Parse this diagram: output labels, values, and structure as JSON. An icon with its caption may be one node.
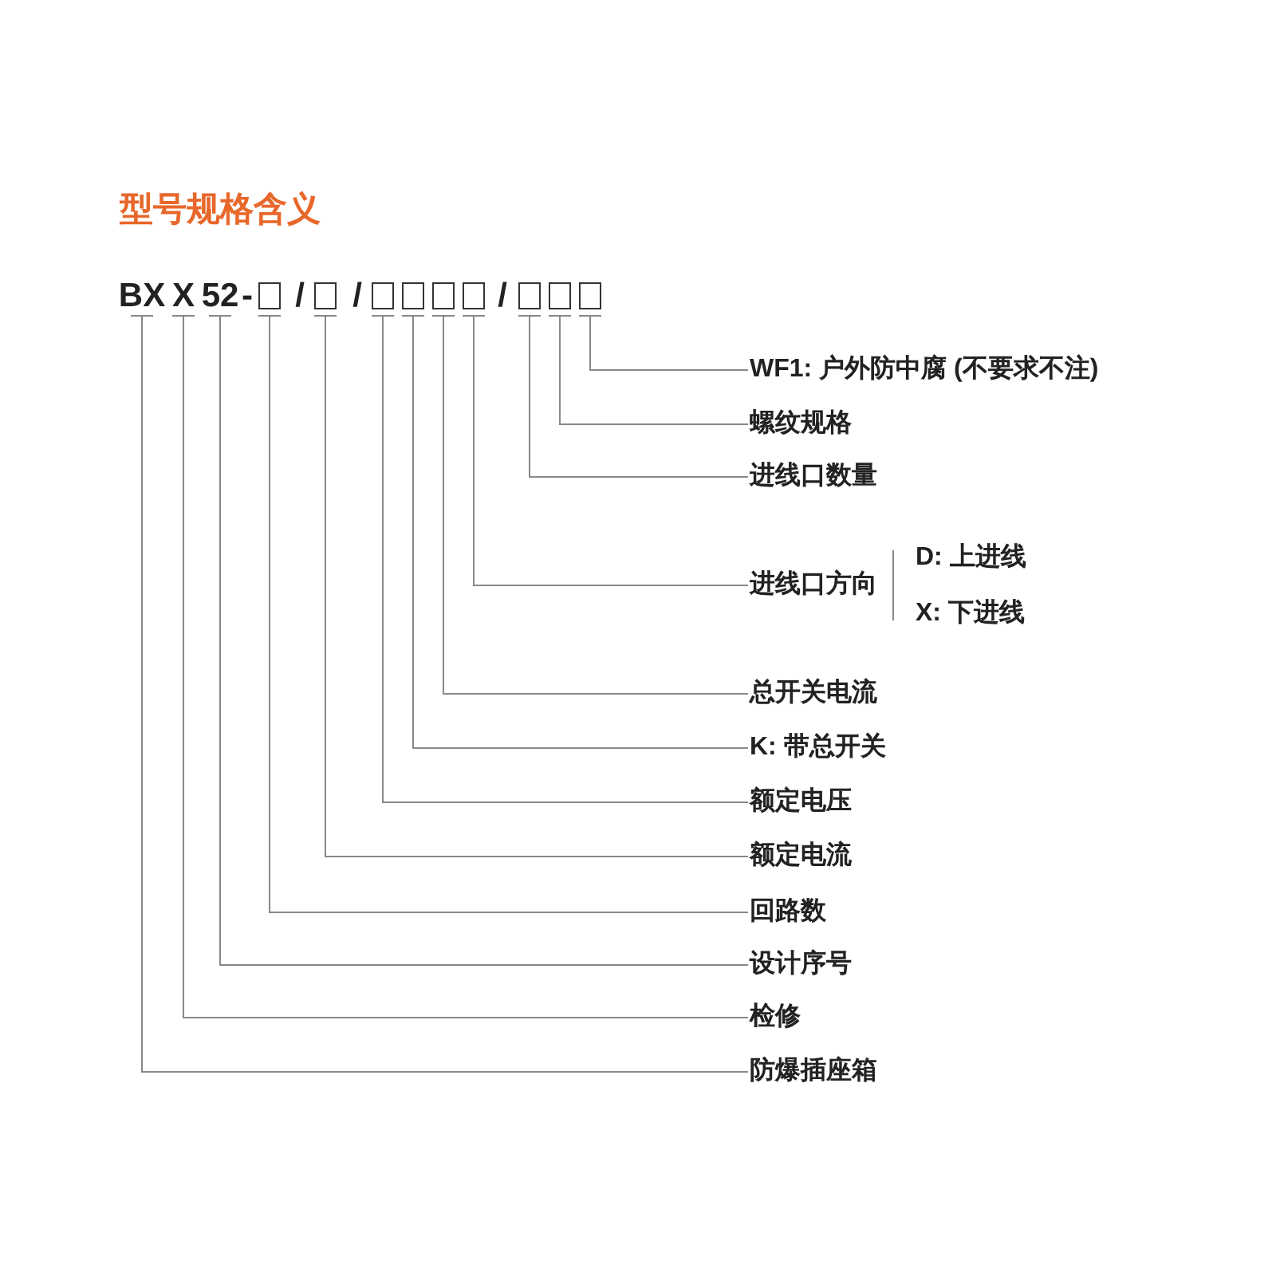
{
  "diagram": {
    "title": "型号规格含义",
    "nodes": [
      {
        "text": [
          "BX"
        ]
      },
      {
        "text": [
          "X"
        ]
      },
      {
        "text": [
          "52"
        ]
      },
      {
        "text": [],
        "shape": "box"
      },
      {
        "text": [],
        "shape": "box"
      },
      {
        "text": [],
        "shape": "box"
      },
      {
        "text": [],
        "shape": "box"
      },
      {
        "text": [],
        "shape": "box"
      },
      {
        "text": [],
        "shape": "box"
      },
      {
        "text": [],
        "shape": "box"
      },
      {
        "text": [],
        "shape": "box"
      },
      {
        "text": [],
        "shape": "box"
      },
      {
        "text": [
          "WF1: 户外防中腐 (不要求不注)"
        ]
      },
      {
        "text": [
          "螺纹规格"
        ]
      },
      {
        "text": [
          "进线口数量"
        ]
      },
      {
        "text": [
          "进线口方向"
        ],
        "beside": [
          "D: 上进线",
          "X: 下进线"
        ]
      },
      {
        "text": [
          "总开关电流"
        ]
      },
      {
        "text": [
          "K: 带总开关"
        ]
      },
      {
        "text": [
          "额定电压"
        ]
      },
      {
        "text": [
          "额定电流"
        ]
      },
      {
        "text": [
          "回路数"
        ]
      },
      {
        "text": [
          "设计序号"
        ]
      },
      {
        "text": [
          "检修"
        ]
      },
      {
        "text": [
          "防爆插座箱"
        ]
      }
    ],
    "edges": [
      {
        "from": 11,
        "to": 12,
        "arrow": "none"
      },
      {
        "from": 10,
        "to": 13,
        "arrow": "none"
      },
      {
        "from": 9,
        "to": 14,
        "arrow": "none"
      },
      {
        "from": 8,
        "to": 15,
        "arrow": "none"
      },
      {
        "from": 7,
        "to": 16,
        "arrow": "none"
      },
      {
        "from": 6,
        "to": 17,
        "arrow": "none"
      },
      {
        "from": 5,
        "to": 18,
        "arrow": "none"
      },
      {
        "from": 4,
        "to": 19,
        "arrow": "none"
      },
      {
        "from": 3,
        "to": 20,
        "arrow": "none"
      },
      {
        "from": 2,
        "to": 21,
        "arrow": "none"
      },
      {
        "from": 1,
        "to": 22,
        "arrow": "none"
      },
      {
        "from": 0,
        "to": 23,
        "arrow": "none"
      }
    ],
    "labels": [
      "-",
      "/",
      "/",
      "/"
    ]
  }
}
